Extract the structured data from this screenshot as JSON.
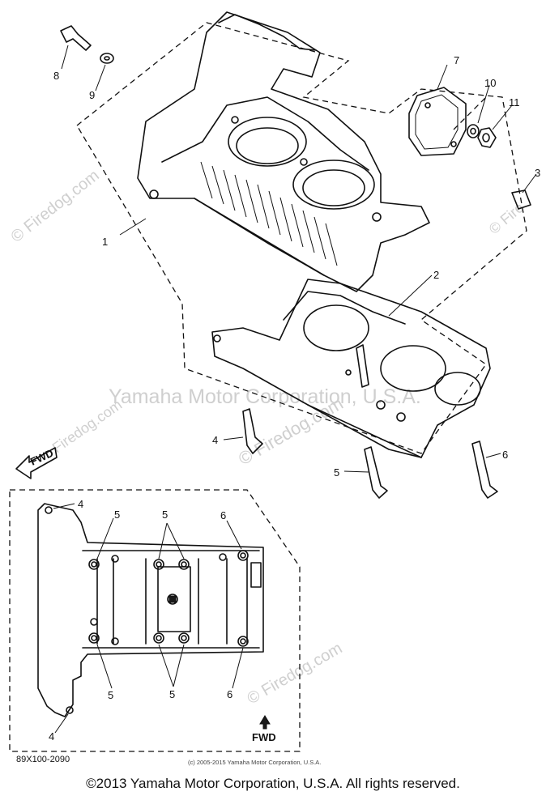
{
  "diagram": {
    "callouts": [
      "1",
      "2",
      "3",
      "4",
      "5",
      "6",
      "7",
      "8",
      "9",
      "10",
      "11"
    ],
    "inset_callouts": [
      "4",
      "5",
      "5",
      "6",
      "5",
      "5",
      "6",
      "4"
    ],
    "fwd_label": "FWD",
    "watermarks": {
      "center": "Yamaha Motor Corporation, U.S.A.",
      "firedog_center": "© Firedog.com",
      "firedog_diag": "Firedog.com",
      "firedog_left": "© Firedog.com",
      "firedog_right": "© Fire",
      "firedog_lower_center": "© Firedog.com"
    }
  },
  "part_code": "89X100-2090",
  "small_copyright": "(c) 2005-2015 Yamaha Motor Corporation, U.S.A.",
  "footer": "©2013 Yamaha Motor Corporation, U.S.A. All rights reserved."
}
